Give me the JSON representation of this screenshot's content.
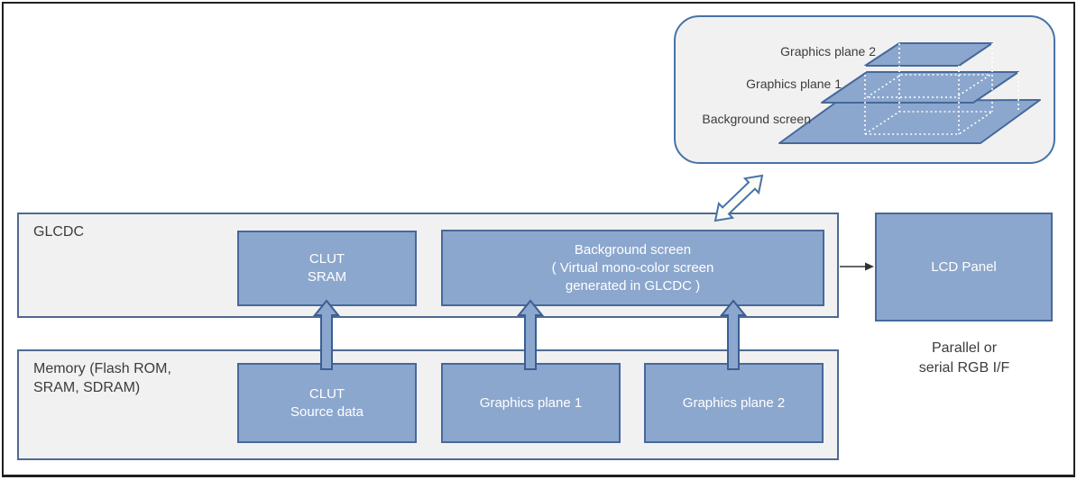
{
  "colors": {
    "box_fill": "#8CA7CD",
    "box_border": "#46699B",
    "panel_fill": "#F1F1F1",
    "panel_border": "#4E6A92",
    "rounded_border": "#4673A8",
    "arrow_border": "#3A5F94",
    "text_dark": "#3C3C3C",
    "frame": "#202020"
  },
  "planes_overlay": {
    "labels": {
      "plane2": "Graphics plane 2",
      "plane1": "Graphics plane 1",
      "background": "Background screen"
    }
  },
  "glcdc": {
    "label": "GLCDC",
    "clut_sram": "CLUT\nSRAM",
    "background_screen": "Background screen\n( Virtual mono-color screen\ngenerated in GLCDC )"
  },
  "memory": {
    "label": "Memory (Flash ROM,\nSRAM, SDRAM)",
    "clut_source": "CLUT\nSource data",
    "graphics_plane_1": "Graphics plane 1",
    "graphics_plane_2": "Graphics plane 2"
  },
  "lcd": {
    "label": "LCD Panel",
    "interface": "Parallel or\nserial RGB I/F"
  }
}
